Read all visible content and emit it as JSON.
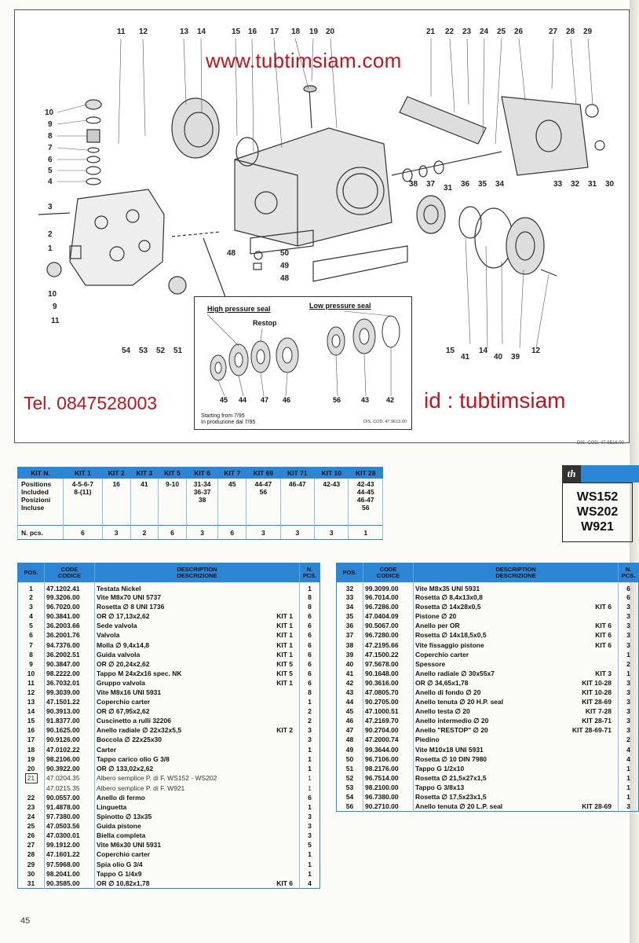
{
  "watermarks": {
    "url": "www.tubtimsiam.com",
    "tel": "Tel. 0847528003",
    "id": "id : tubtimsiam"
  },
  "diagram": {
    "callouts": [
      "11",
      "12",
      "13",
      "14",
      "15",
      "16",
      "17",
      "18",
      "19",
      "20",
      "21",
      "22",
      "23",
      "24",
      "25",
      "26",
      "27",
      "28",
      "29",
      "10",
      "9",
      "8",
      "7",
      "6",
      "5",
      "4",
      "3",
      "2",
      "1",
      "10",
      "9",
      "11",
      "54",
      "53",
      "52",
      "51",
      "48",
      "50",
      "49",
      "48",
      "38",
      "37",
      "31",
      "36",
      "35",
      "34",
      "33",
      "32",
      "31",
      "30",
      "15",
      "41",
      "14",
      "40",
      "39",
      "12"
    ],
    "inset": {
      "high_pressure_seal": "High pressure seal",
      "low_pressure_seal": "Low pressure seal",
      "restop": "Restop",
      "numbers": [
        "45",
        "44",
        "47",
        "46",
        "56",
        "43",
        "42"
      ],
      "note_en": "Starting from 7/95",
      "note_it": "In produzione dal 7/95",
      "code": "DIS. COD. 47.9613.00"
    },
    "dis_code": "DIS. COD. 47.9516.00"
  },
  "kit_table": {
    "header": [
      "KIT N.",
      "KIT 1",
      "KIT 2",
      "KIT 3",
      "KIT 5",
      "KIT 6",
      "KIT 7",
      "KIT 69",
      "KIT 71",
      "KIT 10",
      "KIT 28"
    ],
    "positions_label": [
      "Positions",
      "Included",
      "Posizioni",
      "Incluse"
    ],
    "positions": [
      "4-5-6-7\n8-(11)",
      "16",
      "41",
      "9-10",
      "31-34\n36-37\n38",
      "45",
      "44-47\n56",
      "46-47",
      "42-43",
      "42-43\n44-45\n46-47\n56"
    ],
    "pcs_label": "N. pcs.",
    "pcs": [
      "6",
      "3",
      "2",
      "6",
      "3",
      "6",
      "3",
      "3",
      "3",
      "1"
    ]
  },
  "models": [
    "WS152",
    "WS202",
    "W921"
  ],
  "logo": "th",
  "parts_header": {
    "pos": "POS.",
    "code": [
      "CODE",
      "CODICE"
    ],
    "desc": [
      "DESCRIPTION",
      "DESCRIZIONE"
    ],
    "pcs": [
      "N.",
      "PCS."
    ]
  },
  "parts_left": [
    {
      "pos": "1",
      "code": "47.1202.41",
      "desc": "Testata Nickel",
      "kit": "",
      "pcs": "1"
    },
    {
      "pos": "2",
      "code": "99.3206.00",
      "desc": "Vite M8x70 UNI 5737",
      "kit": "",
      "pcs": "8"
    },
    {
      "pos": "3",
      "code": "96.7020.00",
      "desc": "Rosetta ∅ 8 UNI 1736",
      "kit": "",
      "pcs": "8"
    },
    {
      "pos": "4",
      "code": "90.3841.00",
      "desc": "OR ∅ 17,13x2,62",
      "kit": "KIT 1",
      "pcs": "6"
    },
    {
      "pos": "5",
      "code": "36.2003.66",
      "desc": "Sede valvola",
      "kit": "KIT 1",
      "pcs": "6"
    },
    {
      "pos": "6",
      "code": "36.2001.76",
      "desc": "Valvola",
      "kit": "KIT 1",
      "pcs": "6"
    },
    {
      "pos": "7",
      "code": "94.7376.00",
      "desc": "Molla ∅ 9,4x14,8",
      "kit": "KIT 1",
      "pcs": "6"
    },
    {
      "pos": "8",
      "code": "36.2002.51",
      "desc": "Guida valvola",
      "kit": "KIT 1",
      "pcs": "6"
    },
    {
      "pos": "9",
      "code": "90.3847.00",
      "desc": "OR ∅ 20,24x2,62",
      "kit": "KIT 5",
      "pcs": "6"
    },
    {
      "pos": "10",
      "code": "98.2222.00",
      "desc": "Tappo M 24x2x16 spec. NK",
      "kit": "KIT 5",
      "pcs": "6"
    },
    {
      "pos": "11",
      "code": "36.7032.01",
      "desc": "Gruppo valvola",
      "kit": "KIT 1",
      "pcs": "6"
    },
    {
      "pos": "12",
      "code": "99.3039.00",
      "desc": "Vite M8x16 UNI 5931",
      "kit": "",
      "pcs": "8"
    },
    {
      "pos": "13",
      "code": "47.1501.22",
      "desc": "Coperchio carter",
      "kit": "",
      "pcs": "1"
    },
    {
      "pos": "14",
      "code": "90.3913.00",
      "desc": "OR ∅ 67,95x2,62",
      "kit": "",
      "pcs": "2"
    },
    {
      "pos": "15",
      "code": "91.8377.00",
      "desc": "Cuscinetto a rulli 32206",
      "kit": "",
      "pcs": "2"
    },
    {
      "pos": "16",
      "code": "90.1625.00",
      "desc": "Anello radiale ∅ 22x32x5,5",
      "kit": "KIT 2",
      "pcs": "3"
    },
    {
      "pos": "17",
      "code": "90.9126.00",
      "desc": "Boccola ∅ 22x25x30",
      "kit": "",
      "pcs": "3"
    },
    {
      "pos": "18",
      "code": "47.0102.22",
      "desc": "Carter",
      "kit": "",
      "pcs": "1"
    },
    {
      "pos": "19",
      "code": "98.2106.00",
      "desc": "Tappo carico olio G 3/8",
      "kit": "",
      "pcs": "1"
    },
    {
      "pos": "20",
      "code": "90.3922.00",
      "desc": "OR ∅ 133,02x2,62",
      "kit": "",
      "pcs": "1"
    },
    {
      "pos": "21",
      "code": "47.0204.35",
      "desc": "Albero semplice P. di F. WS152 - WS202",
      "kit": "",
      "pcs": "1",
      "light": true,
      "boxed": true
    },
    {
      "pos": "",
      "code": "47.0215.35",
      "desc": "Albero semplice P. di F. W921",
      "kit": "",
      "pcs": "1",
      "light": true
    },
    {
      "pos": "22",
      "code": "90.0557.00",
      "desc": "Anello di fermo",
      "kit": "",
      "pcs": "6"
    },
    {
      "pos": "23",
      "code": "91.4878.00",
      "desc": "Linguetta",
      "kit": "",
      "pcs": "1"
    },
    {
      "pos": "24",
      "code": "97.7380.00",
      "desc": "Spinotto ∅ 13x35",
      "kit": "",
      "pcs": "3"
    },
    {
      "pos": "25",
      "code": "47.0503.56",
      "desc": "Guida pistone",
      "kit": "",
      "pcs": "3"
    },
    {
      "pos": "26",
      "code": "47.0300.01",
      "desc": "Biella completa",
      "kit": "",
      "pcs": "3"
    },
    {
      "pos": "27",
      "code": "99.1912.00",
      "desc": "Vite M6x30 UNI 5931",
      "kit": "",
      "pcs": "5"
    },
    {
      "pos": "28",
      "code": "47.1601.22",
      "desc": "Coperchio carter",
      "kit": "",
      "pcs": "1"
    },
    {
      "pos": "29",
      "code": "97.5968.00",
      "desc": "Spia olio G 3/4",
      "kit": "",
      "pcs": "1"
    },
    {
      "pos": "30",
      "code": "98.2041.00",
      "desc": "Tappo G 1/4x9",
      "kit": "",
      "pcs": "1"
    },
    {
      "pos": "31",
      "code": "90.3585.00",
      "desc": "OR ∅ 10,82x1,78",
      "kit": "KIT 6",
      "pcs": "4"
    }
  ],
  "parts_right": [
    {
      "pos": "32",
      "code": "99.3099.00",
      "desc": "Vite M8x35 UNI 5931",
      "kit": "",
      "pcs": "6"
    },
    {
      "pos": "33",
      "code": "96.7014.00",
      "desc": "Rosetta ∅ 8,4x13x0,8",
      "kit": "",
      "pcs": "6"
    },
    {
      "pos": "34",
      "code": "96.7286.00",
      "desc": "Rosetta ∅ 14x28x0,5",
      "kit": "KIT 6",
      "pcs": "3"
    },
    {
      "pos": "35",
      "code": "47.0404.09",
      "desc": "Pistone ∅ 20",
      "kit": "",
      "pcs": "3"
    },
    {
      "pos": "36",
      "code": "90.5067.00",
      "desc": "Anello per OR",
      "kit": "KIT 6",
      "pcs": "3"
    },
    {
      "pos": "37",
      "code": "96.7280.00",
      "desc": "Rosetta ∅ 14x18,5x0,5",
      "kit": "KIT 6",
      "pcs": "3"
    },
    {
      "pos": "38",
      "code": "47.2195.66",
      "desc": "Vite fissaggio pistone",
      "kit": "KIT 6",
      "pcs": "3"
    },
    {
      "pos": "39",
      "code": "47.1500.22",
      "desc": "Coperchio carter",
      "kit": "",
      "pcs": "1"
    },
    {
      "pos": "40",
      "code": "97.5678.00",
      "desc": "Spessore",
      "kit": "",
      "pcs": "2"
    },
    {
      "pos": "41",
      "code": "90.1648.00",
      "desc": "Anello radiale ∅ 30x55x7",
      "kit": "KIT 3",
      "pcs": "1"
    },
    {
      "pos": "42",
      "code": "90.3616.00",
      "desc": "OR ∅ 34,65x1,78",
      "kit": "KIT 10-28",
      "pcs": "3"
    },
    {
      "pos": "43",
      "code": "47.0805.70",
      "desc": "Anello di fondo ∅ 20",
      "kit": "KIT 10-28",
      "pcs": "3"
    },
    {
      "pos": "44",
      "code": "90.2705.00",
      "desc": "Anello tenuta ∅ 20 H.P. seal",
      "kit": "KIT 28-69",
      "pcs": "3"
    },
    {
      "pos": "45",
      "code": "47.1000.51",
      "desc": "Anello testa ∅ 20",
      "kit": "KIT 7-28",
      "pcs": "3"
    },
    {
      "pos": "46",
      "code": "47.2169.70",
      "desc": "Anello intermedio ∅ 20",
      "kit": "KIT 28-71",
      "pcs": "3"
    },
    {
      "pos": "47",
      "code": "90.2704.00",
      "desc": "Anello \"RESTOP\" ∅ 20",
      "kit": "KIT 28-69-71",
      "pcs": "3"
    },
    {
      "pos": "48",
      "code": "47.2000.74",
      "desc": "Piedino",
      "kit": "",
      "pcs": "2"
    },
    {
      "pos": "49",
      "code": "99.3644.00",
      "desc": "Vite M10x18 UNI 5931",
      "kit": "",
      "pcs": "4"
    },
    {
      "pos": "50",
      "code": "96.7106.00",
      "desc": "Rosetta ∅ 10 DIN 7980",
      "kit": "",
      "pcs": "4"
    },
    {
      "pos": "51",
      "code": "98.2176.00",
      "desc": "Tappo G 1/2x10",
      "kit": "",
      "pcs": "1"
    },
    {
      "pos": "52",
      "code": "96.7514.00",
      "desc": "Rosetta ∅ 21,5x27x1,5",
      "kit": "",
      "pcs": "1"
    },
    {
      "pos": "53",
      "code": "98.2100.00",
      "desc": "Tappo G 3/8x13",
      "kit": "",
      "pcs": "1"
    },
    {
      "pos": "54",
      "code": "96.7380.00",
      "desc": "Rosetta ∅ 17,5x23x1,5",
      "kit": "",
      "pcs": "1"
    },
    {
      "pos": "56",
      "code": "90.2710.00",
      "desc": "Anello tenuta ∅ 20 L.P. seal",
      "kit": "KIT 28-69",
      "pcs": "3"
    }
  ],
  "page_number": "45"
}
